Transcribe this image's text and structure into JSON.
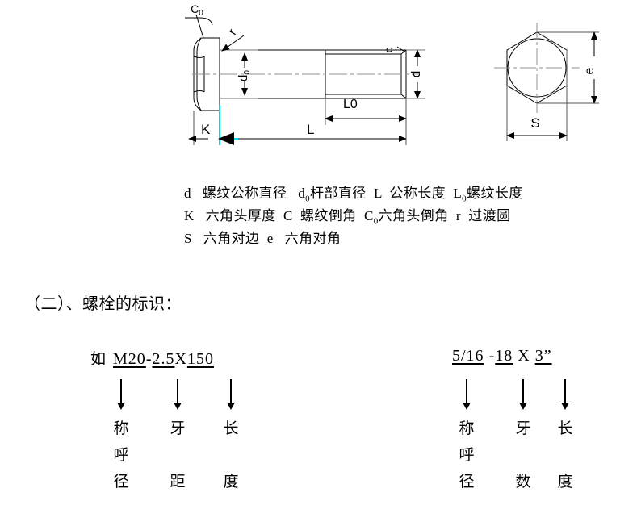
{
  "document": {
    "title": "螺栓图示与标识",
    "heading": "（二）、螺栓的标识："
  },
  "drawing": {
    "labels": {
      "c0": "C",
      "c0_sub": "0",
      "r": "r",
      "d0": "d",
      "d0_sub": "0",
      "d": "d",
      "c": "c",
      "L0": "L0",
      "L": "L",
      "K": "K",
      "S": "S",
      "e": "e"
    },
    "colors": {
      "line": "#000000",
      "highlight": "#00d8e8",
      "centerline": "#808080"
    }
  },
  "legend": {
    "lines": [
      {
        "items": [
          {
            "sym": "d",
            "sub": "",
            "desc": "螺纹公称直径"
          },
          {
            "sym": "d",
            "sub": "0",
            "desc": "杆部直径"
          },
          {
            "sym": "L",
            "sub": "",
            "desc": "公称长度"
          },
          {
            "sym": "L",
            "sub": "0",
            "desc": "螺纹长度"
          }
        ]
      },
      {
        "items": [
          {
            "sym": "K",
            "sub": "",
            "desc": "六角头厚度"
          },
          {
            "sym": "C",
            "sub": "",
            "desc": "螺纹倒角"
          },
          {
            "sym": "C",
            "sub": "0",
            "desc": "六角头倒角"
          },
          {
            "sym": "r",
            "sub": "",
            "desc": "过渡圆"
          }
        ]
      },
      {
        "items": [
          {
            "sym": "S",
            "sub": "",
            "desc": "六角对边"
          },
          {
            "sym": "e",
            "sub": "",
            "desc": "六角对角"
          }
        ]
      }
    ]
  },
  "marking": {
    "left": {
      "prefix": "如",
      "segments": [
        {
          "text": "M20",
          "underline": true
        },
        {
          "text": "-",
          "underline": false
        },
        {
          "text": "2.5",
          "underline": true
        },
        {
          "text": "X",
          "underline": false
        },
        {
          "text": "150",
          "underline": true
        }
      ],
      "labels": [
        [
          "称",
          "呼",
          "径"
        ],
        [
          "牙",
          "",
          "距"
        ],
        [
          "长",
          "",
          "度"
        ]
      ]
    },
    "right": {
      "prefix": "",
      "segments": [
        {
          "text": "5/16",
          "underline": true
        },
        {
          "text": " -",
          "underline": false
        },
        {
          "text": "18",
          "underline": true
        },
        {
          "text": " X ",
          "underline": false
        },
        {
          "text": "3”",
          "underline": true
        }
      ],
      "labels": [
        [
          "称",
          "呼",
          "径"
        ],
        [
          "牙",
          "",
          "数"
        ],
        [
          "长",
          "",
          "度"
        ]
      ]
    }
  }
}
